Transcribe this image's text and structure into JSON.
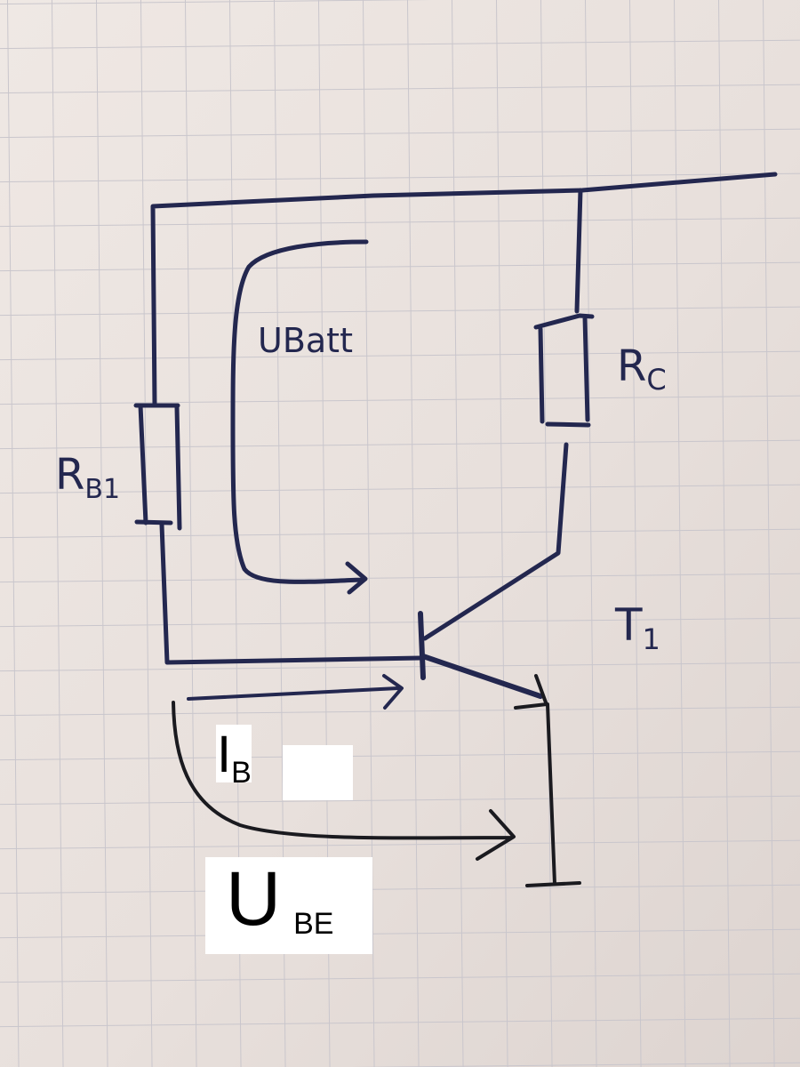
{
  "labels": {
    "rb1_main": "R",
    "rb1_sub": "B1",
    "rc_main": "R",
    "rc_sub": "C",
    "ubatt": "UBatt",
    "t1_main": "T",
    "t1_sub": "1",
    "ib_main": "I",
    "ib_sub": "B",
    "ube_main": "U",
    "ube_sub": "BE"
  },
  "colors": {
    "paper": "#eae3df",
    "grid": "#c9c6cc",
    "ink": "#23274f",
    "pen_black": "#1a1a1f",
    "label_box": "#ffffff"
  }
}
